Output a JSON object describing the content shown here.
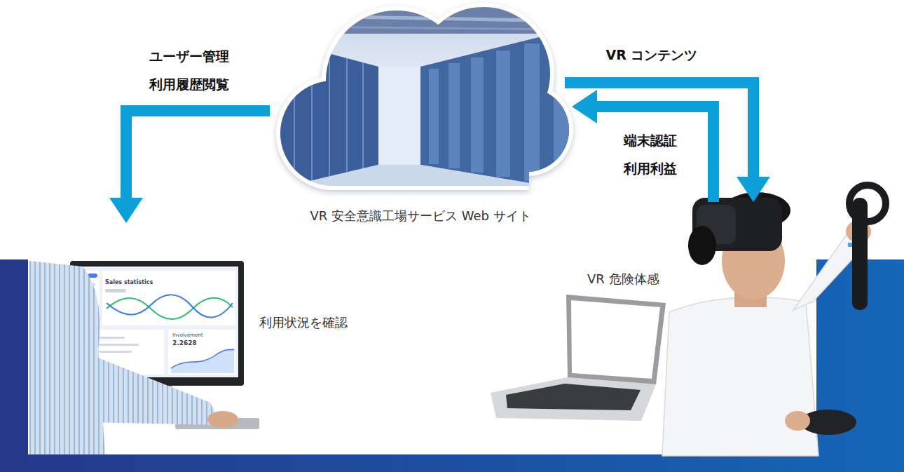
{
  "diagram": {
    "nodes": [
      {
        "text": [
          "VR 安全意識工場サービス Web サイト"
        ]
      },
      {
        "text": [
          "利用状況を確認"
        ]
      },
      {
        "text": [
          "VR 危険体感"
        ]
      }
    ],
    "edges": [
      {
        "from": 0,
        "to": 1,
        "arrow": "to",
        "label": "ユーザー管理 利用履歴閲覧"
      },
      {
        "from": 0,
        "to": 2,
        "arrow": "to",
        "label": "VR コンテンツ"
      },
      {
        "from": 2,
        "to": 0,
        "arrow": "to",
        "label": "端末認証 利用利益"
      }
    ],
    "labels": [
      "Sales statistics",
      "Involvement",
      "2.2628"
    ]
  }
}
